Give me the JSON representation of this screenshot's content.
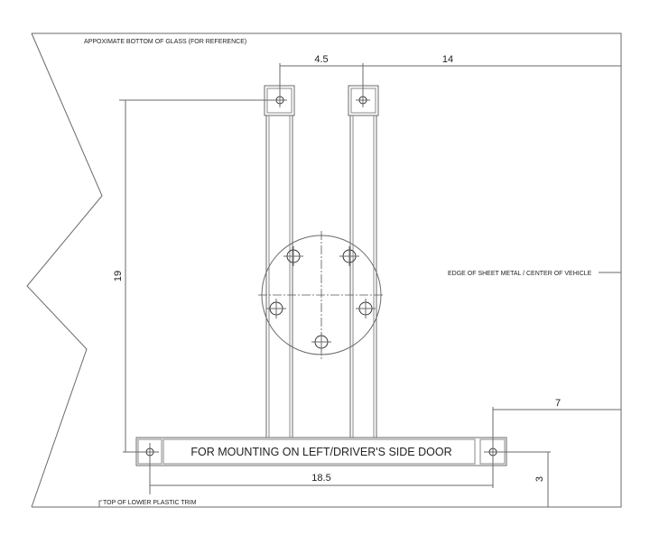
{
  "drawing": {
    "notes": {
      "glass": "APPOXIMATE BOTTOM OF GLASS (FOR REFERENCE)",
      "sheet_metal": "EDGE OF SHEET METAL / CENTER OF VEHICLE",
      "trim": "TOP OF LOWER PLASTIC TRIM",
      "mounting": "FOR MOUNTING ON LEFT/DRIVER'S SIDE DOOR"
    },
    "dimensions": {
      "top_hole_spacing": "4.5",
      "top_right_to_edge": "14",
      "vertical_height": "19",
      "bottom_hole_spacing": "18.5",
      "bottom_right_to_edge": "7",
      "bottom_to_trim": "3"
    },
    "colors": {
      "line": "#6a6a6a",
      "text": "#222222",
      "background": "#ffffff"
    }
  }
}
